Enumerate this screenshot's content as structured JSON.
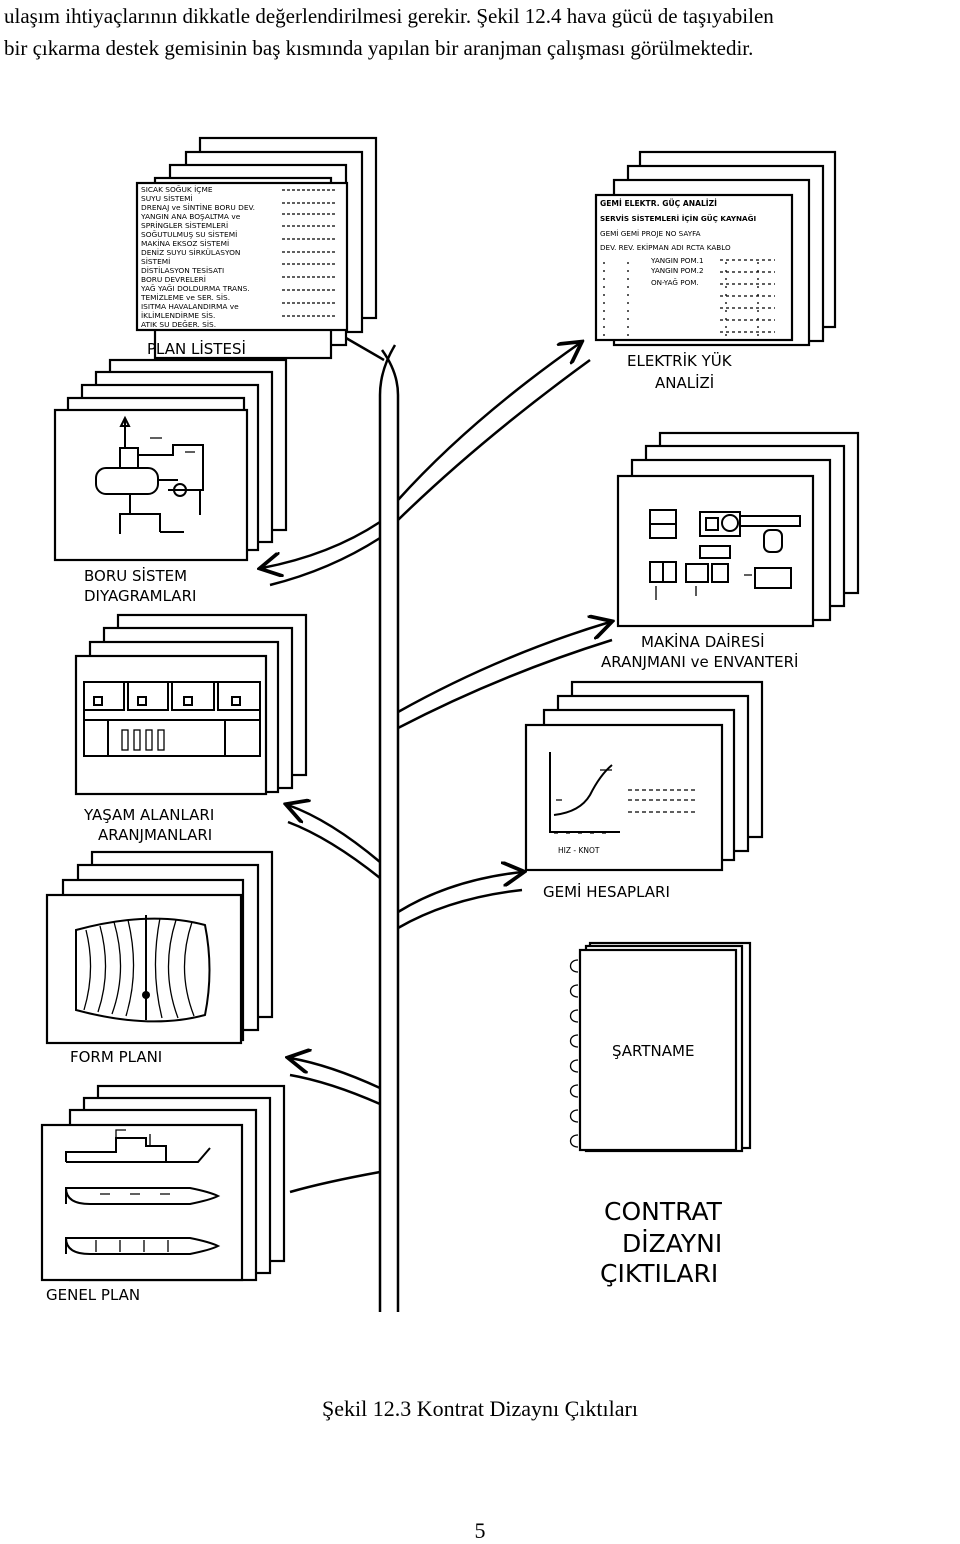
{
  "paragraph": {
    "line1": "ulaşım ihtiyaçlarının dikkatle değerlendirilmesi gerekir. Şekil 12.4 hava gücü de taşıyabilen",
    "line2": "bir çıkarma destek gemisinin baş kısmında yapılan bir aranjman çalışması görülmektedir."
  },
  "figure": {
    "plan_listesi": {
      "label": "PLAN LİSTESİ",
      "rows": [
        "SICAK SOĞUK İÇME",
        "SUYU SİSTEMİ",
        "DRENAJ ve SİNTİNE BORU DEV.",
        "YANGIN ANA BOŞALTMA ve",
        "SPRİNGLER SİSTEMLERİ",
        "SOĞUTULMUŞ SU SİSTEMİ",
        "MAKİNA EKSOZ SİSTEMİ",
        "DENİZ SUYU SİRKÜLASYON",
        "SİSTEMİ",
        "DİSTİLASYON TESİSATI",
        "BORU DEVRELERİ",
        "YAĞ YAĞI DOLDURMA TRANS.",
        "TEMİZLEME ve SER. SİS.",
        "ISITMA HAVALANDIRMA ve",
        "İKLİMLENDİRME SİS.",
        "ATIK SU DEĞER. SİS."
      ]
    },
    "elektrik": {
      "label_line1": "ELEKTRİK YÜK",
      "label_line2": "ANALİZİ",
      "title": "GEMİ ELEKTR. GÜÇ ANALİZİ",
      "subtitle": "SERVİS SİSTEMLERİ İÇİN GÜÇ KAYNAĞI",
      "row_a": "GEMİ   GEMİ PROJE NO   SAYFA",
      "row_b": "DEV. REV. EKİPMAN ADI  RCTA KABLO",
      "items": [
        "YANGIN POM.1",
        "YANGIN POM.2",
        "ON-YAĞ POM."
      ]
    },
    "boru": {
      "label_line1": "BORU SİSTEM",
      "label_line2": "DIYAGRAMLARI"
    },
    "makina": {
      "label_line1": "MAKİNA DAİRESİ",
      "label_line2": "ARANJMANI ve ENVANTERİ"
    },
    "yasam": {
      "label_line1": "YAŞAM ALANLARI",
      "label_line2": "ARANJMANLARI"
    },
    "gemi": {
      "label": "GEMİ HESAPLARI",
      "axis_label": "HIZ - KNOT"
    },
    "form": {
      "label": "FORM PLANI"
    },
    "sartname": {
      "label": "ŞARTNAME"
    },
    "genel": {
      "label": "GENEL PLAN"
    },
    "contrat": {
      "line1": "CONTRAT",
      "line2": "DİZAYNI",
      "line3": "ÇIKTILARI"
    }
  },
  "caption": "Şekil 12.3 Kontrat Dizaynı Çıktıları",
  "page_number": "5"
}
